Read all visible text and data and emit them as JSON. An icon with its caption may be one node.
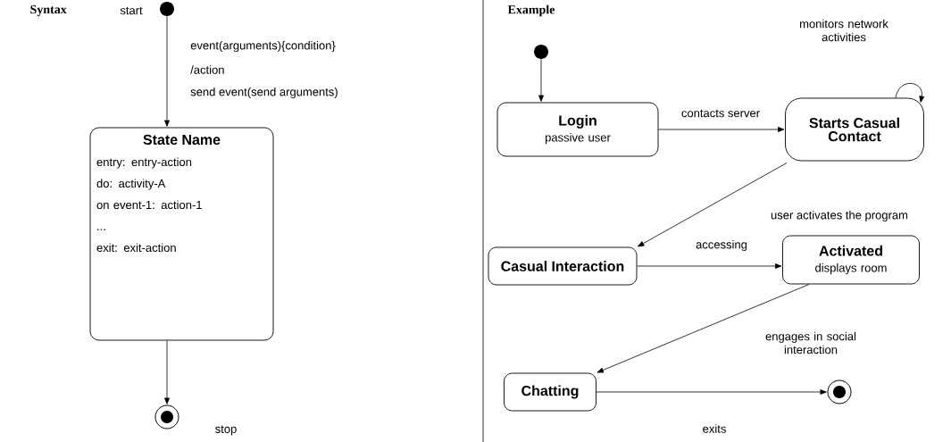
{
  "diagram": {
    "nodes": [
      {
        "text": [],
        "shape": "circle",
        "beside": [
          "start"
        ]
      },
      {
        "text": [
          "State Name",
          "entry: entry-action",
          "do: activity-A",
          "on event-1: action-1",
          "...",
          "exit: exit-action"
        ]
      },
      {
        "text": [],
        "shape": "bullseye",
        "beside": [
          "stop"
        ]
      },
      {
        "text": [],
        "shape": "circle"
      },
      {
        "text": [
          "Login",
          "passive user"
        ]
      },
      {
        "text": [
          "Starts Casual Contact"
        ]
      },
      {
        "text": [
          "Casual Interaction"
        ]
      },
      {
        "text": [
          "Activated",
          "displays room"
        ]
      },
      {
        "text": [
          "Chatting"
        ]
      },
      {
        "text": [],
        "shape": "bullseye"
      }
    ],
    "edges": [
      {
        "from": 0,
        "to": 1,
        "arrow": "to"
      },
      {
        "from": 1,
        "to": 2,
        "arrow": "to"
      },
      {
        "from": 3,
        "to": 4,
        "arrow": "to"
      },
      {
        "from": 4,
        "to": 5,
        "arrow": "to",
        "label": "contacts server"
      },
      {
        "from": 5,
        "to": 5,
        "arrow": "to",
        "label": "monitors network activities"
      },
      {
        "from": 5,
        "to": 6,
        "arrow": "to",
        "label": "user activates the program"
      },
      {
        "from": 6,
        "to": 7,
        "arrow": "to",
        "label": "accessing"
      },
      {
        "from": 7,
        "to": 8,
        "arrow": "to",
        "label": "engages in social interaction"
      },
      {
        "from": 8,
        "to": 9,
        "arrow": "to",
        "label": "exits"
      }
    ],
    "labels": [
      "Syntax",
      "event(arguments){condition}",
      "/action",
      "send event(send arguments)",
      "Example"
    ]
  }
}
